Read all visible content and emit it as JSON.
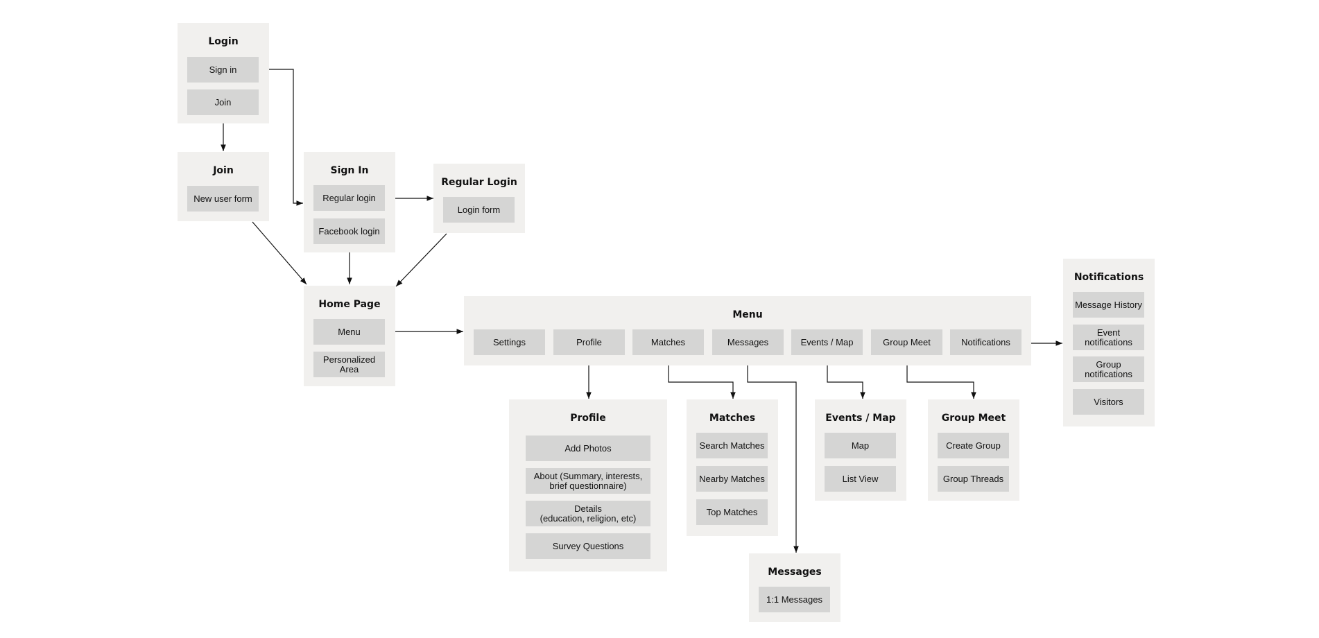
{
  "login": {
    "title": "Login",
    "sign_in": "Sign in",
    "join": "Join"
  },
  "join": {
    "title": "Join",
    "new_user_form": "New user form"
  },
  "sign_in": {
    "title": "Sign In",
    "regular_login": "Regular login",
    "facebook_login": "Facebook login"
  },
  "regular_login": {
    "title": "Regular Login",
    "login_form": "Login form"
  },
  "home": {
    "title": "Home Page",
    "menu": "Menu",
    "personalized": "Personalized\nArea"
  },
  "menu": {
    "title": "Menu",
    "items": [
      "Settings",
      "Profile",
      "Matches",
      "Messages",
      "Events / Map",
      "Group Meet",
      "Notifications"
    ]
  },
  "notifications": {
    "title": "Notifications",
    "items": [
      "Message History",
      "Event\nnotifications",
      "Group\nnotifications",
      "Visitors"
    ]
  },
  "profile": {
    "title": "Profile",
    "items": [
      "Add Photos",
      "About (Summary, interests,\nbrief questionnaire)",
      "Details\n(education, religion, etc)",
      "Survey Questions"
    ]
  },
  "matches": {
    "title": "Matches",
    "items": [
      "Search Matches",
      "Nearby Matches",
      "Top Matches"
    ]
  },
  "events": {
    "title": "Events / Map",
    "items": [
      "Map",
      "List View"
    ]
  },
  "group_meet": {
    "title": "Group Meet",
    "items": [
      "Create Group",
      "Group Threads"
    ]
  },
  "messages": {
    "title": "Messages",
    "items": [
      "1:1 Messages"
    ]
  }
}
